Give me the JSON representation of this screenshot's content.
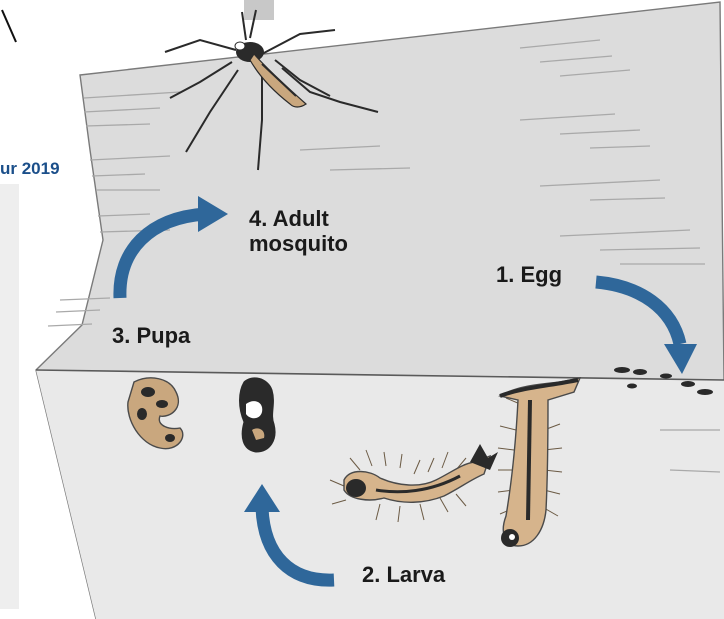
{
  "stages": {
    "egg": "1. Egg",
    "larva": "2. Larva",
    "pupa": "3. Pupa",
    "adult_line1": "4. Adult",
    "adult_line2": "mosquito"
  },
  "credit_fragment": "ur 2019",
  "colors": {
    "arrow": "#2f679a",
    "container": "#dcdcdc",
    "water": "#e9e9e9",
    "outline": "#5a5a5a",
    "body": "#d6b48c",
    "dark": "#222222",
    "credit": "#1b4f8a"
  }
}
